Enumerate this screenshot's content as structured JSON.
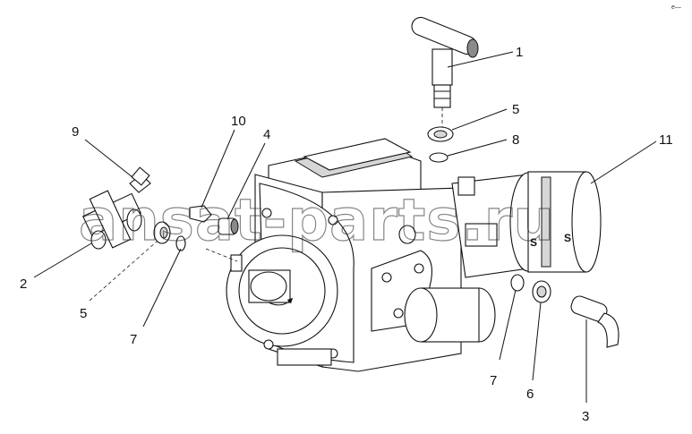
{
  "diagram": {
    "callouts": [
      {
        "id": "c1",
        "label": "1"
      },
      {
        "id": "c5a",
        "label": "5"
      },
      {
        "id": "c8",
        "label": "8"
      },
      {
        "id": "c11",
        "label": "11"
      },
      {
        "id": "c10",
        "label": "10"
      },
      {
        "id": "c4",
        "label": "4"
      },
      {
        "id": "c9",
        "label": "9"
      },
      {
        "id": "c2",
        "label": "2"
      },
      {
        "id": "c5b",
        "label": "5"
      },
      {
        "id": "c7a",
        "label": "7"
      },
      {
        "id": "c7b",
        "label": "7"
      },
      {
        "id": "c6",
        "label": "6"
      },
      {
        "id": "c3",
        "label": "3"
      }
    ],
    "watermark": "ansat-parts.ru",
    "corner_mark": "e—"
  },
  "colors": {
    "line": "#111111",
    "shade": "#d6d6d6",
    "dark": "#8a8a8a",
    "background": "#ffffff"
  }
}
